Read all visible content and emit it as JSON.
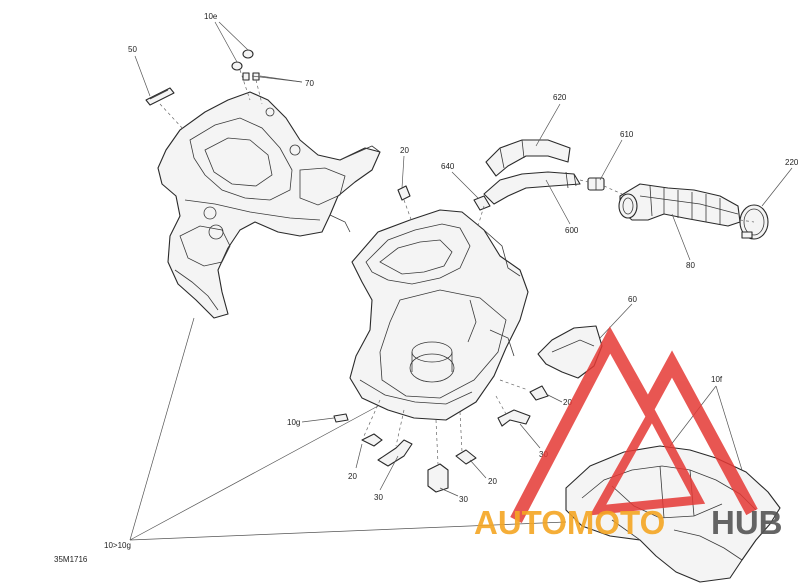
{
  "diagram_code": "35M1716",
  "callouts": {
    "c_10e": "10e",
    "c_50": "50",
    "c_70": "70",
    "c_620": "620",
    "c_610": "610",
    "c_640": "640",
    "c_20_top": "20",
    "c_220": "220",
    "c_600": "600",
    "c_80": "80",
    "c_60": "60",
    "c_10f": "10f",
    "c_10g": "10g",
    "c_20_right": "20",
    "c_30_right": "30",
    "c_20_left": "20",
    "c_30_mid": "30",
    "c_30_bottom": "30",
    "c_20_bottom": "20",
    "c_10_10g": "10>10g"
  },
  "watermark": {
    "part1": "AUTOMOTO",
    "part2": "HUB",
    "color1": "#f5a623",
    "color2": "#555555",
    "logo_color": "#e53935"
  }
}
